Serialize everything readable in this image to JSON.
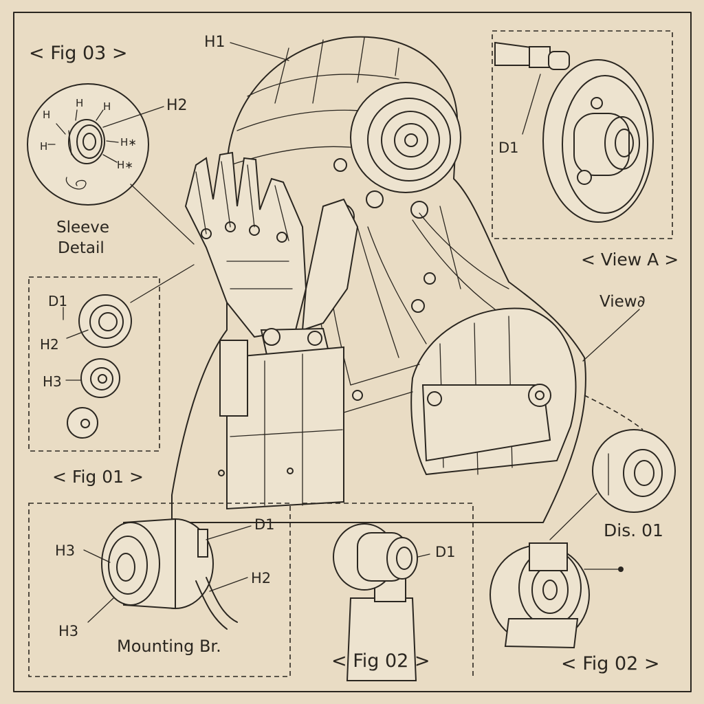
{
  "labels": {
    "fig03": "< Fig 03 >",
    "h1": "H1",
    "sleeve_h2": "H2",
    "sleeve_h_a": "H",
    "sleeve_h_b": "H",
    "sleeve_h_c": "H",
    "sleeve_h_d": "H",
    "sleeve_h_e": "H∗",
    "sleeve_h_f": "H∗",
    "sleeve_detail_1": "Sleeve",
    "sleeve_detail_2": "Detail",
    "fig01_d1": "D1",
    "fig01_h2": "H2",
    "fig01_h3": "H3",
    "fig01": "< Fig 01 >",
    "view_a_d1": "D1",
    "view_a": "< View A >",
    "view_d": "View∂",
    "mount_h3_top": "H3",
    "mount_h3_bottom": "H3",
    "mount_d1": "D1",
    "mount_h2": "H2",
    "mounting_br": "Mounting Br.",
    "fig02_center_d1": "D1",
    "fig02_center": "< Fig 02 >",
    "dis01": "Dis. 01",
    "fig02_right": "< Fig 02 >"
  },
  "colors": {
    "paper": "#e9dcc4",
    "ink": "#2a2620"
  }
}
